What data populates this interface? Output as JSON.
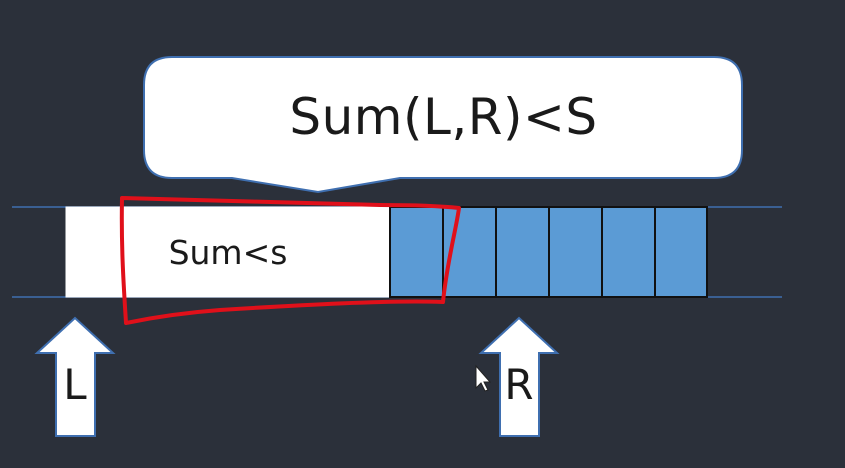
{
  "callout": {
    "text": "Sum(L,R)<S"
  },
  "segment": {
    "label": "Sum<s"
  },
  "pointers": {
    "left_label": "L",
    "right_label": "R"
  },
  "colors": {
    "background": "#2b303a",
    "cell_fill": "#5b9bd5",
    "highlight": "#e0101a",
    "line": "#3f6fb0"
  }
}
